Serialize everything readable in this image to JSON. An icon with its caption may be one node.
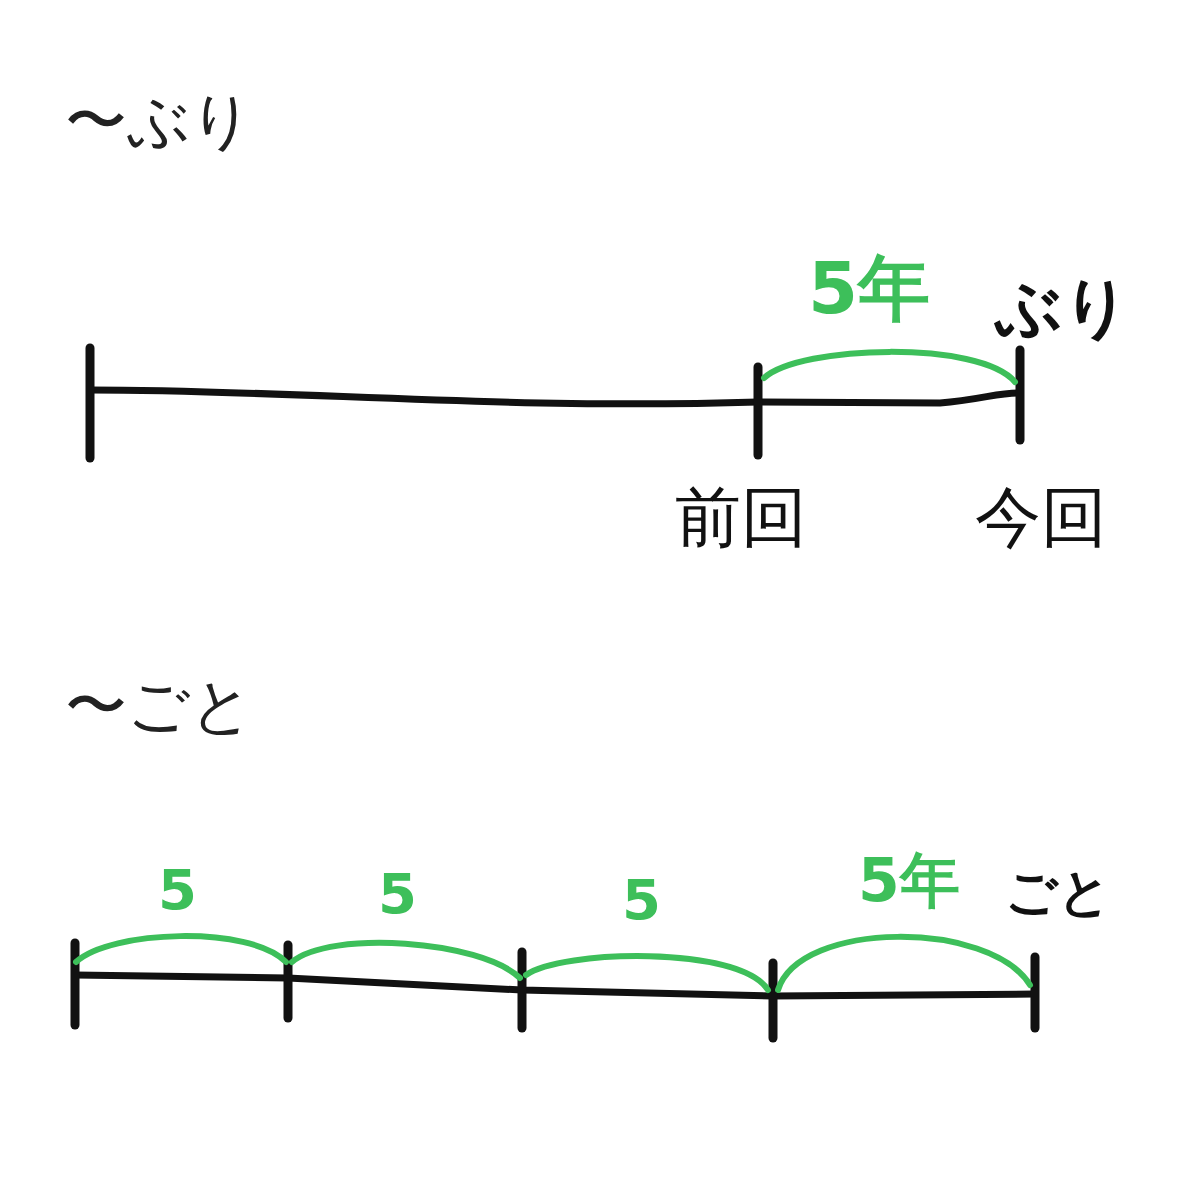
{
  "diagram": {
    "labels": [
      "〜ぶり",
      "5年",
      "ぶり",
      "前回",
      "今回",
      "〜ごと",
      "5",
      "5",
      "5",
      "5年",
      "ごと"
    ]
  }
}
